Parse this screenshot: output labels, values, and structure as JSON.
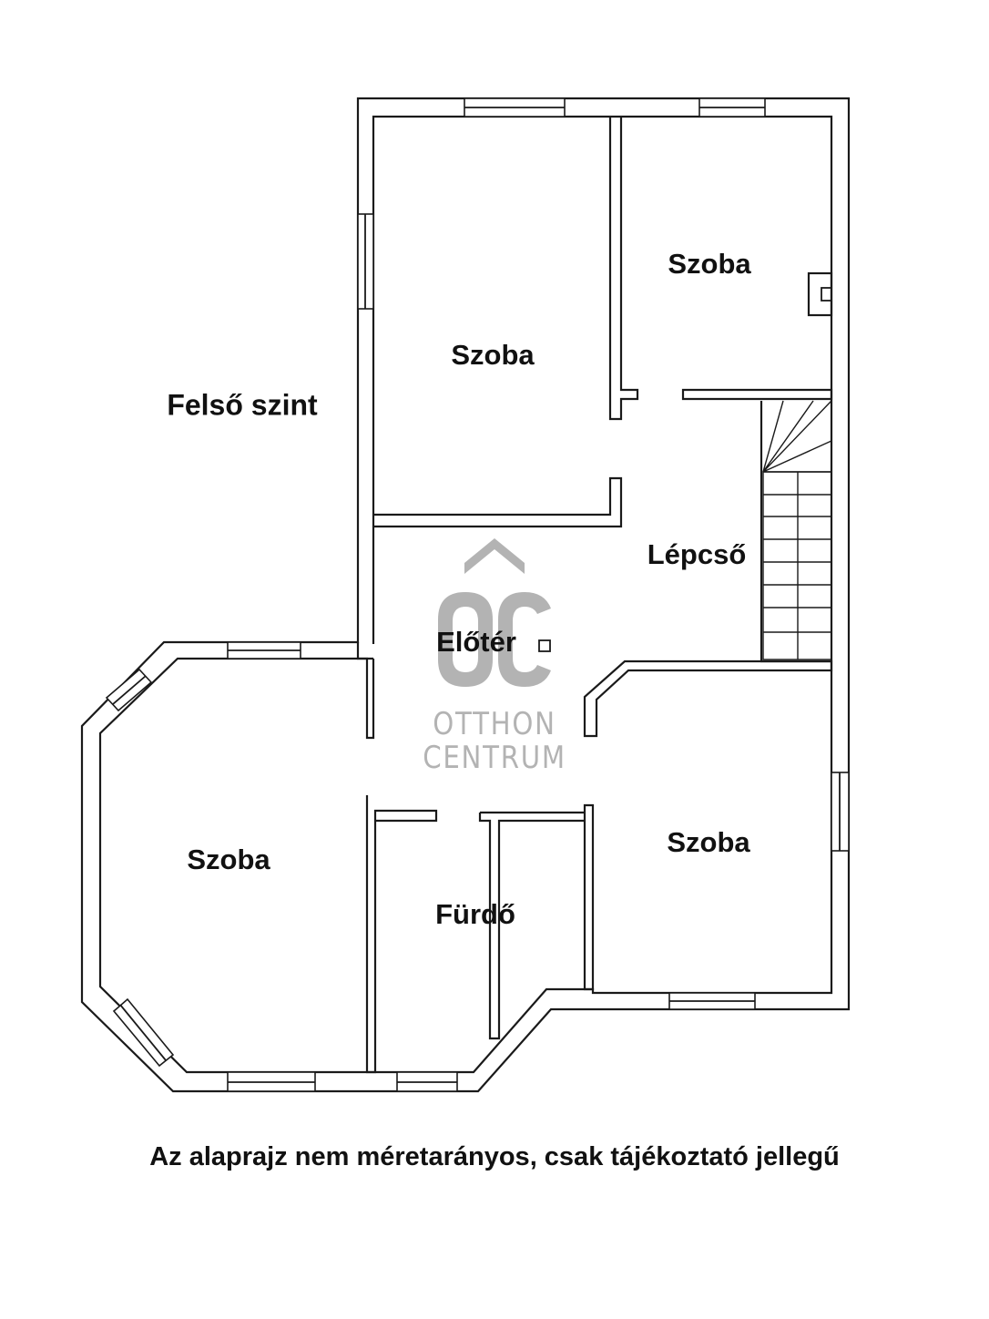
{
  "plan": {
    "level_title": "Felső szint",
    "rooms": [
      {
        "id": "szoba_1",
        "label": "Szoba"
      },
      {
        "id": "szoba_2",
        "label": "Szoba"
      },
      {
        "id": "lepcso",
        "label": "Lépcső"
      },
      {
        "id": "eloter",
        "label": "Előtér"
      },
      {
        "id": "szoba_3",
        "label": "Szoba"
      },
      {
        "id": "szoba_4",
        "label": "Szoba"
      },
      {
        "id": "furdo",
        "label": "Fürdő"
      }
    ],
    "disclaimer": "Az alaprajz nem méretarányos, csak tájékoztató jellegű"
  },
  "watermark": {
    "monogram": "OC",
    "line1": "OTTHON",
    "line2": "CENTRUM",
    "color": "#b3b3b3"
  }
}
